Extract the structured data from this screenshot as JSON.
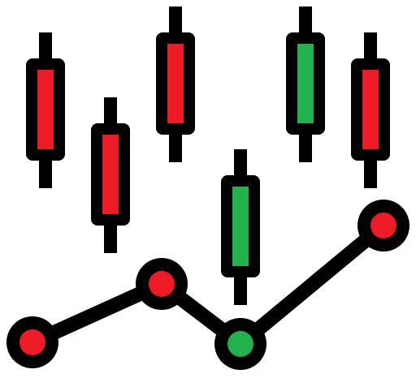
{
  "icon": {
    "name": "candlestick-trend-chart-icon",
    "colors": {
      "outline": "#000000",
      "bearish": "#ed1c24",
      "bullish": "#22b14c",
      "background": "#ffffff"
    },
    "candles": [
      {
        "id": "candle-1",
        "direction": "bearish"
      },
      {
        "id": "candle-2",
        "direction": "bearish"
      },
      {
        "id": "candle-3",
        "direction": "bearish"
      },
      {
        "id": "candle-4",
        "direction": "bullish"
      },
      {
        "id": "candle-5",
        "direction": "bullish"
      },
      {
        "id": "candle-6",
        "direction": "bearish"
      }
    ],
    "trend_points": [
      {
        "id": "point-1",
        "direction": "bearish"
      },
      {
        "id": "point-2",
        "direction": "bearish"
      },
      {
        "id": "point-3",
        "direction": "bullish"
      },
      {
        "id": "point-4",
        "direction": "bearish"
      }
    ]
  }
}
